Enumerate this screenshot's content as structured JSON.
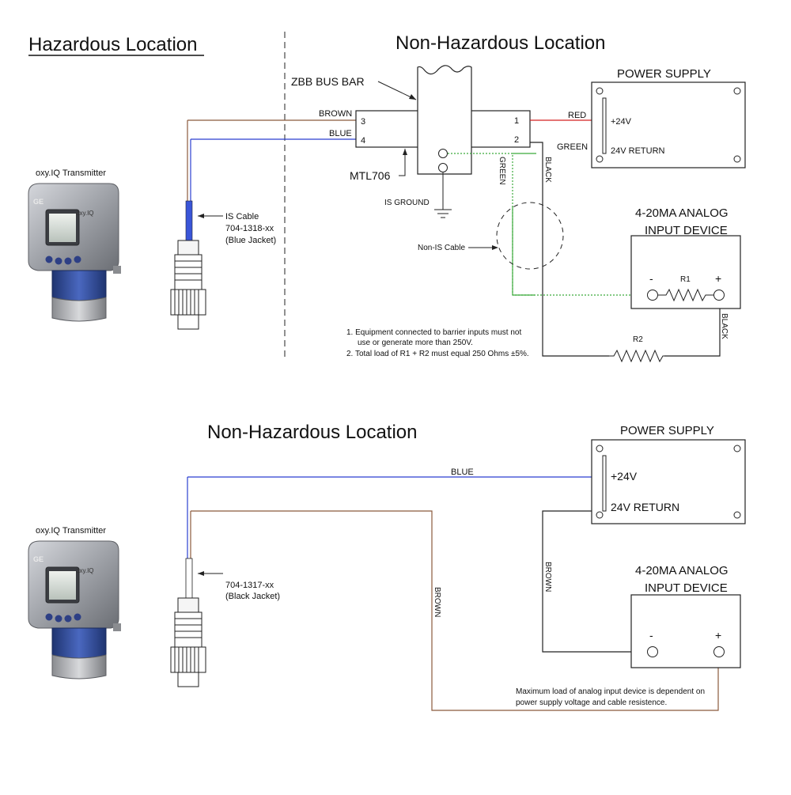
{
  "top": {
    "hazardous_title": "Hazardous Location",
    "nonhazardous_title": "Non-Hazardous Location",
    "transmitter_label": "oxy.IQ Transmitter",
    "device_brand": "oxy.IQ",
    "device_logo": "GE",
    "bus_bar_label": "ZBB BUS BAR",
    "barrier_label": "MTL706",
    "is_ground_label": "IS GROUND",
    "terminals": {
      "t3": "3",
      "t4": "4",
      "t1": "1",
      "t2": "2"
    },
    "wire_brown": "BROWN",
    "wire_blue": "BLUE",
    "wire_red": "RED",
    "wire_green": "GREEN",
    "wire_green_vertical": "GREEN",
    "wire_black_vertical": "BLACK",
    "wire_black_right": "BLACK",
    "cable_lines": [
      "IS Cable",
      "704-1318-xx",
      "(Blue Jacket)"
    ],
    "non_is_cable_label": "Non-IS Cable",
    "power_supply_title": "POWER SUPPLY",
    "plus24": "+24V",
    "return24": "24V RETURN",
    "analog_title_1": "4-20MA ANALOG",
    "analog_title_2": "INPUT DEVICE",
    "minus": "-",
    "plus": "+",
    "r1": "R1",
    "r2": "R2",
    "notes": [
      "1. Equipment connected to barrier inputs must not",
      "use or generate more than 250V.",
      "2. Total load of R1 + R2 must equal 250 Ohms ±5%."
    ]
  },
  "bottom": {
    "title": "Non-Hazardous Location",
    "transmitter_label": "oxy.IQ Transmitter",
    "device_brand": "oxy.IQ",
    "device_logo": "GE",
    "power_supply_title": "POWER SUPPLY",
    "plus24": "+24V",
    "return24": "24V RETURN",
    "wire_blue": "BLUE",
    "wire_brown_left": "BROWN",
    "wire_brown_right": "BROWN",
    "cable_lines": [
      "704-1317-xx",
      "(Black Jacket)"
    ],
    "analog_title_1": "4-20MA ANALOG",
    "analog_title_2": "INPUT DEVICE",
    "minus": "-",
    "plus": "+",
    "note_lines": [
      "Maximum load of analog input device is dependent on",
      "power supply voltage and cable resistence."
    ]
  },
  "colors": {
    "wire_brown": "#8B5A3C",
    "wire_blue": "#2B3FD0",
    "wire_red": "#D42020",
    "wire_green": "#3BAA3B",
    "wire_black": "#222222",
    "device_body": "#9a9ca2",
    "device_ring": "#2e4a9a"
  }
}
